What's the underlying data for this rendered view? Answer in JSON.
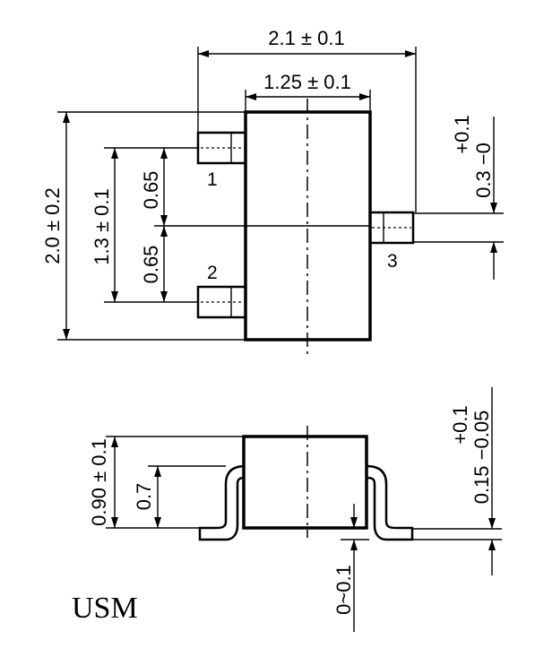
{
  "package_name": "USM",
  "top_view": {
    "overall_width": "2.1 ± 0.1",
    "body_width": "1.25 ± 0.1",
    "overall_length": "2.0 ± 0.2",
    "pin_pitch_total": "1.3 ± 0.1",
    "pin_pitch_upper": "0.65",
    "pin_pitch_lower": "0.65",
    "lead_width_tol": "+0.1",
    "lead_width_base": "0.3 −0",
    "pins": [
      "1",
      "2",
      "3"
    ]
  },
  "side_view": {
    "total_height": "0.90 ± 0.1",
    "body_height": "0.7",
    "standoff": "0~0.1",
    "lead_thickness_tol": "+0.1",
    "lead_thickness_base": "0.15 −0.05"
  }
}
